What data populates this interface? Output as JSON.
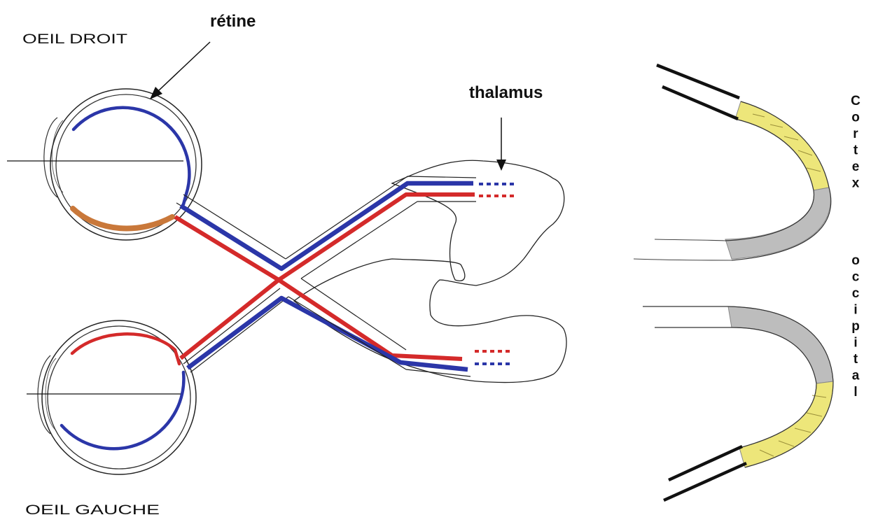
{
  "labels": {
    "right_eye": "OEIL DROIT",
    "left_eye": "OEIL GAUCHE",
    "retina": "rétine",
    "thalamus": "thalamus",
    "cortex_word_1": "Cortex",
    "cortex_word_2": "occipital"
  },
  "colors": {
    "nerve_blue": "#2b36a8",
    "nerve_red": "#d42a2a",
    "retina_orange": "#c9783a",
    "cortex_yellow": "#ede67a",
    "cortex_gray": "#bdbdbd",
    "outline": "#222222"
  }
}
